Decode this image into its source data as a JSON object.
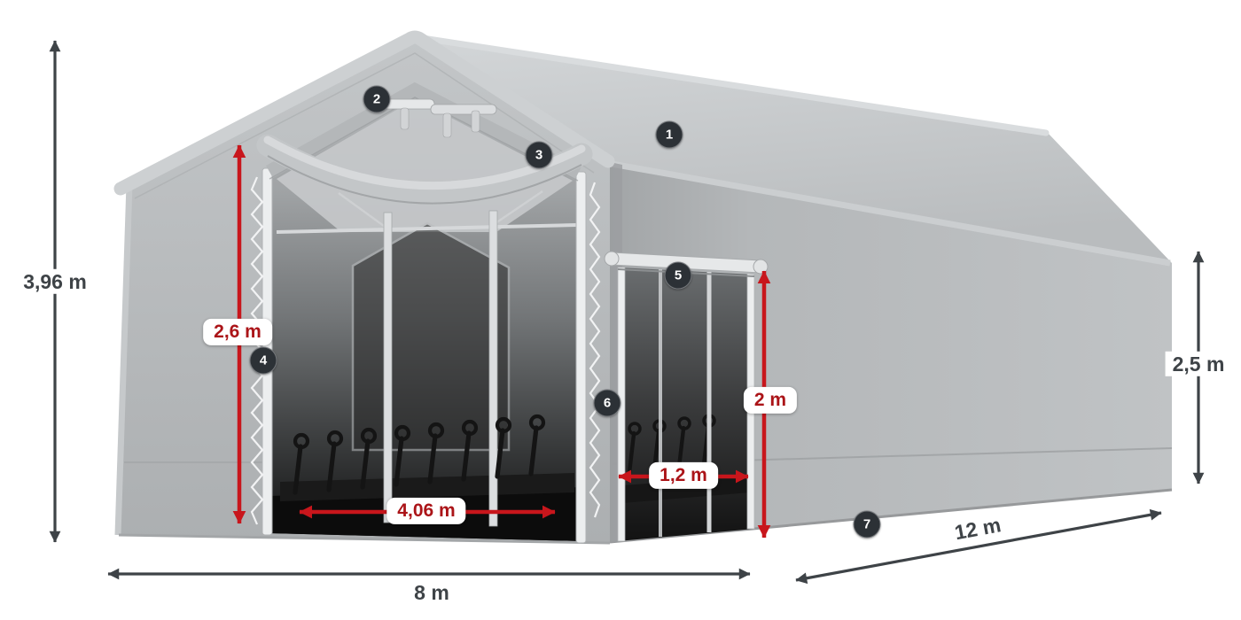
{
  "illustration": {
    "name": "Storage tent with dimension callouts",
    "colors": {
      "tent_gray": "#b6b9bb",
      "tent_roof": "#c9ccce",
      "tent_side": "#b2b5b7",
      "arrow_black": "#3e4347",
      "arrow_red": "#c8161c",
      "dim_text": "#3e4347",
      "red_label_text": "#ab1418",
      "badge_bg": "#2c3136",
      "badge_text": "#ffffff"
    },
    "dimensions": {
      "total_height": {
        "label": "3,96 m"
      },
      "entrance_height": {
        "label": "2,6 m"
      },
      "entrance_width": {
        "label": "4,06 m"
      },
      "front_width": {
        "label": "8 m"
      },
      "side_length": {
        "label": "12 m"
      },
      "side_height": {
        "label": "2,5 m"
      },
      "side_door_height": {
        "label": "2 m"
      },
      "side_door_width": {
        "label": "1,2 m"
      }
    },
    "markers": [
      {
        "number": "1"
      },
      {
        "number": "2"
      },
      {
        "number": "3"
      },
      {
        "number": "4"
      },
      {
        "number": "5"
      },
      {
        "number": "6"
      },
      {
        "number": "7"
      }
    ]
  }
}
